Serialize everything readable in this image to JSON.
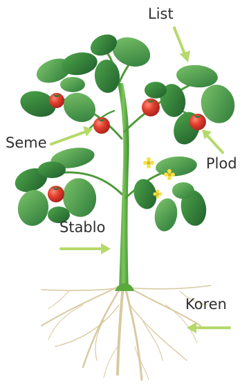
{
  "labels": {
    "list": "List",
    "seme": "Seme",
    "plod": "Plod",
    "stablo": "Stablo",
    "koren": "Koren"
  },
  "colors": {
    "arrow": "#b5d96a",
    "leaf_dark": "#2d7a3a",
    "leaf_mid": "#4ea64a",
    "leaf_light": "#7cc46a",
    "stem": "#5aa93f",
    "tomato": "#d93b2b",
    "root": "#d8c9a0",
    "flower": "#f3e24a"
  }
}
